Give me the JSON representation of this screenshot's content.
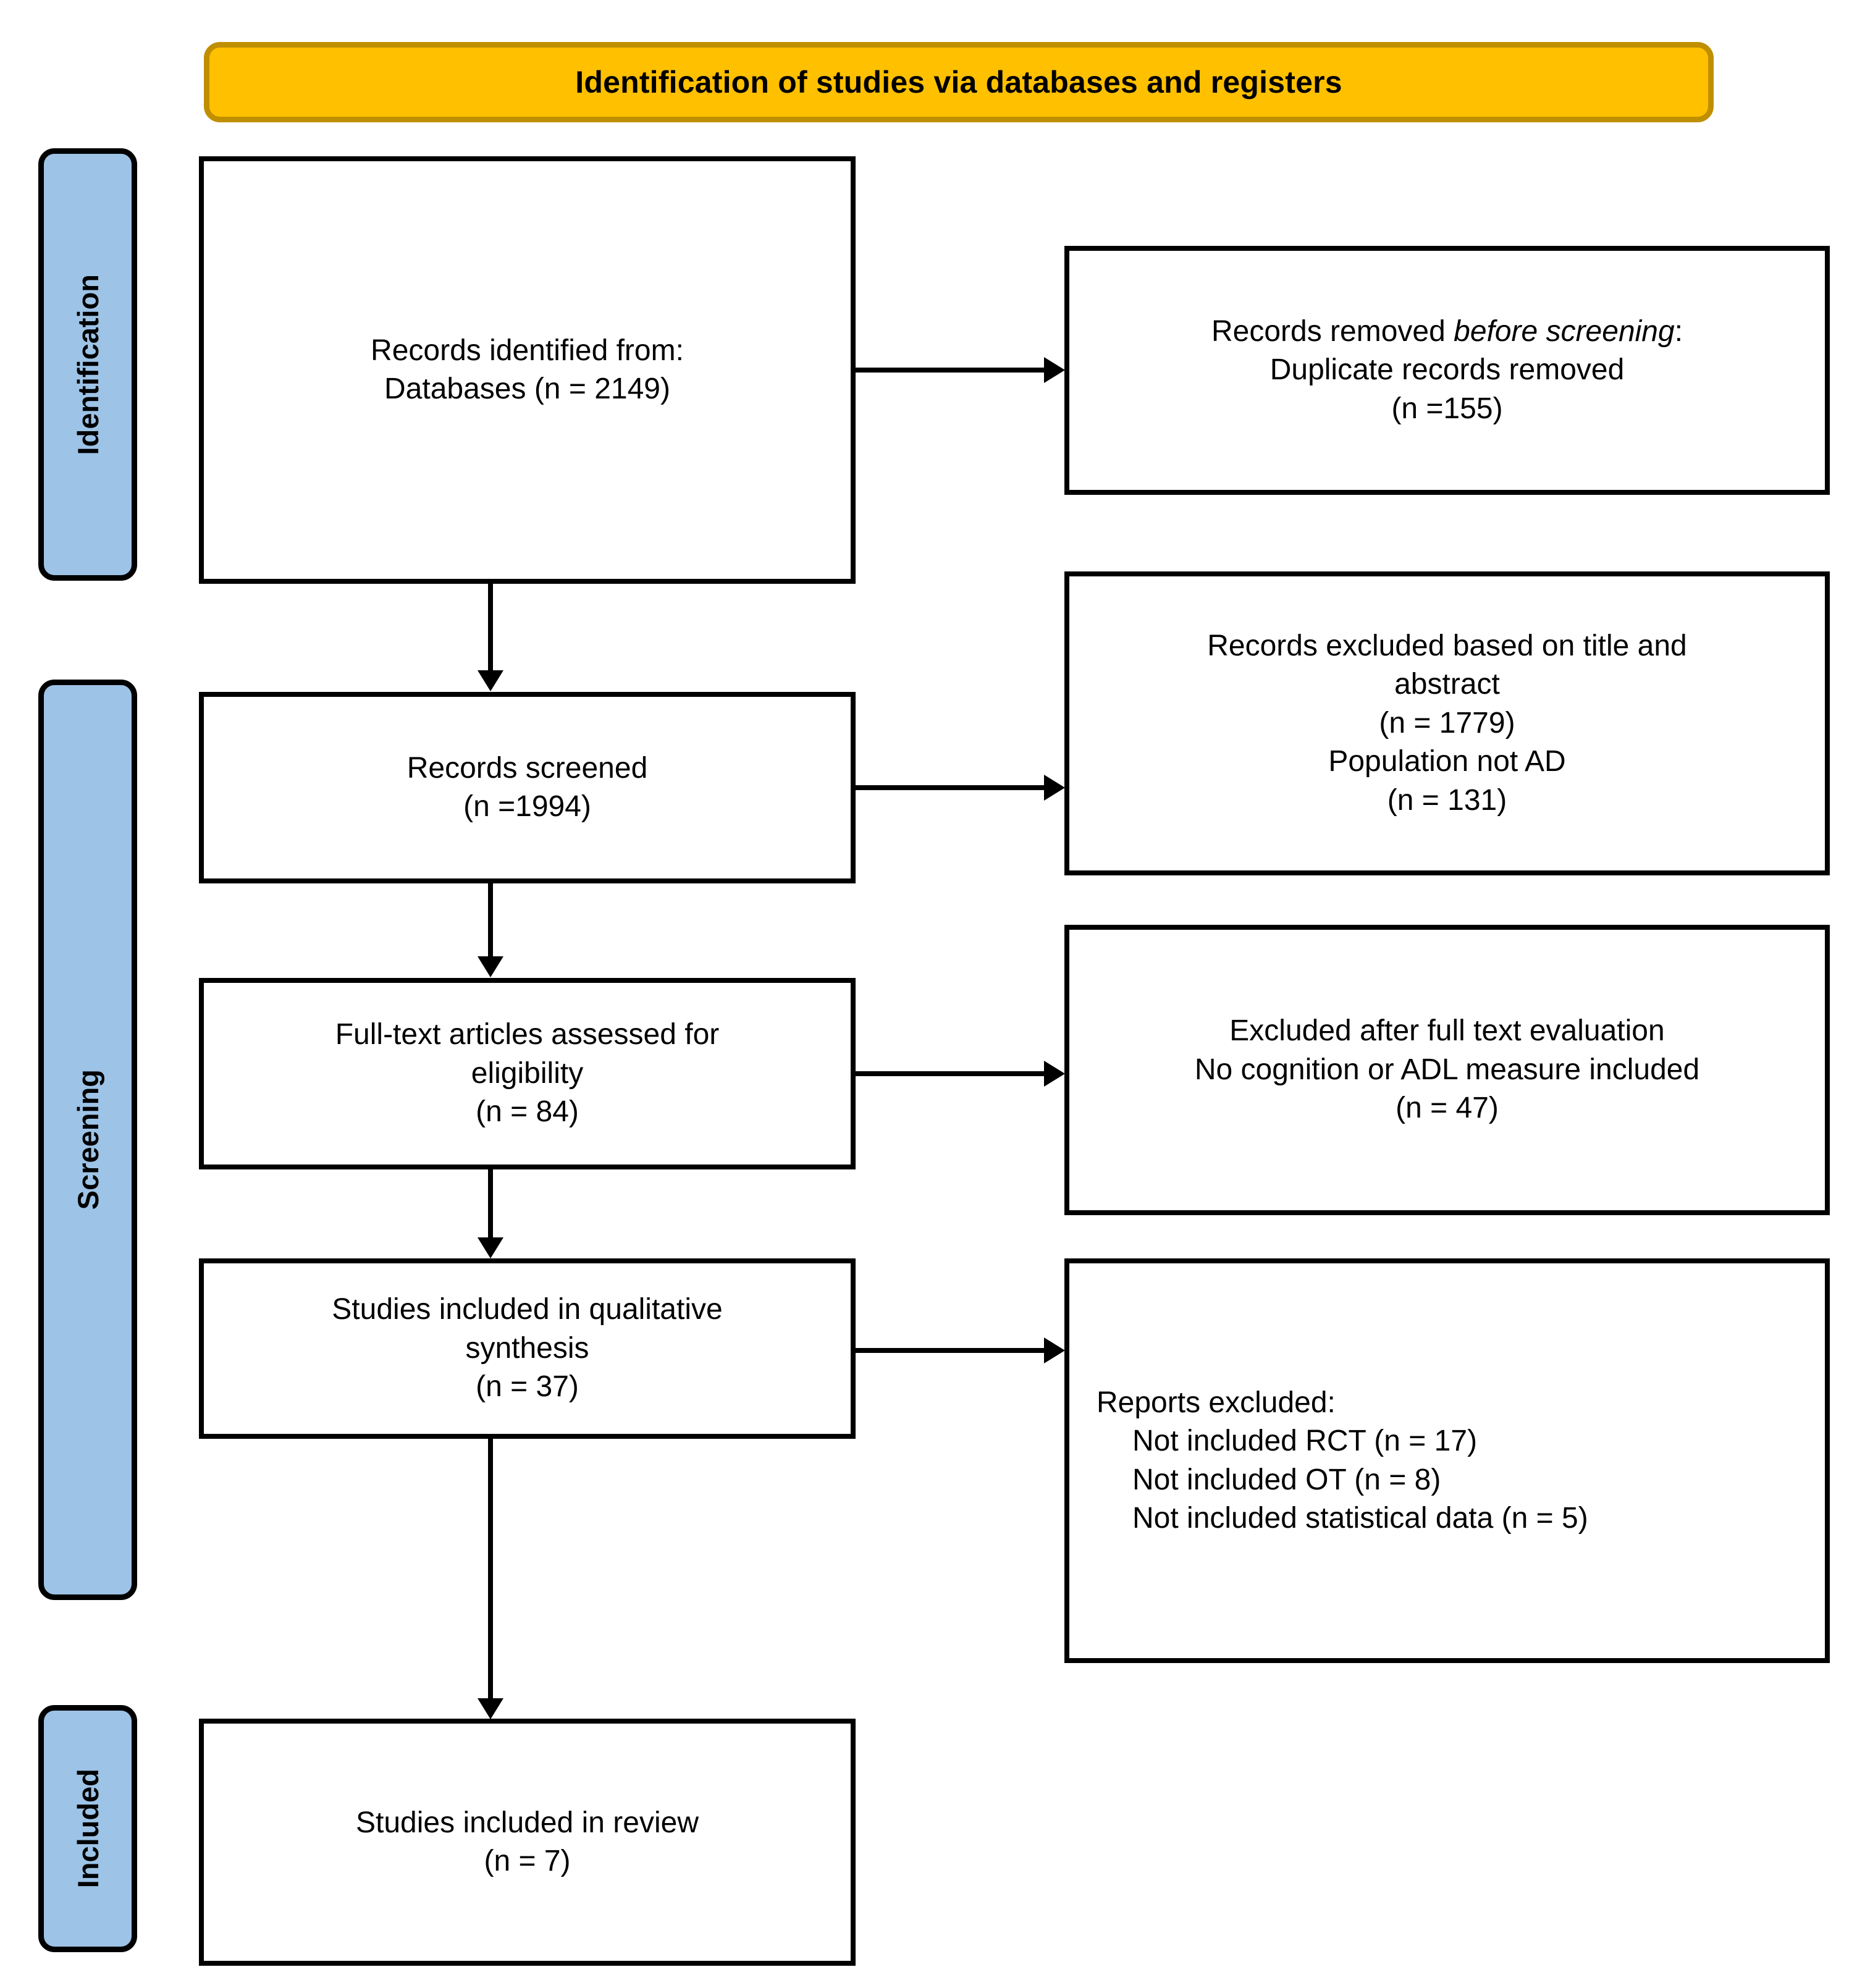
{
  "diagram": {
    "title": "Identification of studies via databases and registers",
    "colors": {
      "banner_fill": "#FFC000",
      "banner_border": "#BF8F00",
      "stage_fill": "#9DC3E6",
      "stage_border": "#000000",
      "box_border": "#000000",
      "text": "#000000",
      "background": "#FFFFFF"
    },
    "stages": [
      {
        "label": "Identification"
      },
      {
        "label": "Screening"
      },
      {
        "label": "Included"
      }
    ],
    "boxes": {
      "identified": {
        "line1": "Records identified from:",
        "line2": "Databases (n = 2149)"
      },
      "removed_before_screening": {
        "line1_prefix": "Records removed ",
        "line1_italic": "before screening",
        "line1_suffix": ":",
        "line2": "Duplicate records removed",
        "line3": "(n =155)"
      },
      "screened": {
        "line1": "Records screened",
        "line2": "(n =1994)"
      },
      "excluded_title_abstract": {
        "line1": "Records excluded based on title and",
        "line2": "abstract",
        "line3": "(n = 1779)",
        "line4": "Population not AD",
        "line5": "(n = 131)"
      },
      "fulltext_assessed": {
        "line1": "Full-text articles assessed for",
        "line2": "eligibility",
        "line3": "(n = 84)"
      },
      "excluded_fulltext": {
        "line1": "Excluded after full text evaluation",
        "line2": "No cognition or ADL measure included",
        "line3": "(n = 47)"
      },
      "qualitative_synthesis": {
        "line1": "Studies included in qualitative",
        "line2": "synthesis",
        "line3": "(n = 37)"
      },
      "reports_excluded": {
        "line1": "Reports excluded:",
        "line2": "Not included RCT (n = 17)",
        "line3": "Not included OT (n = 8)",
        "line4": "Not included statistical data (n = 5)"
      },
      "included_review": {
        "line1": "Studies included in review",
        "line2": "(n = 7)"
      }
    }
  }
}
